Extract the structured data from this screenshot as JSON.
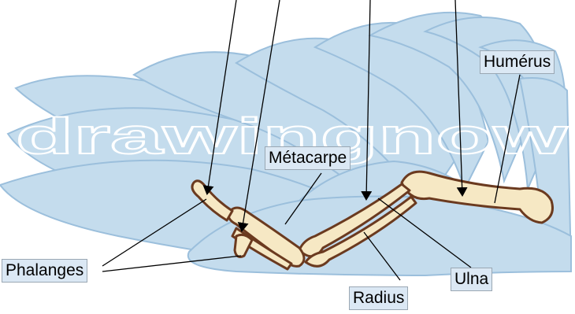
{
  "labels": {
    "humerus": "Humérus",
    "metacarpe": "Métacarpe",
    "phalanges": "Phalanges",
    "ulna": "Ulna",
    "radius": "Radius"
  },
  "watermark": "drawingnow",
  "colors": {
    "feather_fill": "#c4dced",
    "feather_stroke": "#9bbfdc",
    "bone_fill": "#f6e8c4",
    "bone_stroke": "#6b3a1f",
    "label_bg": "#dbe8f4"
  }
}
